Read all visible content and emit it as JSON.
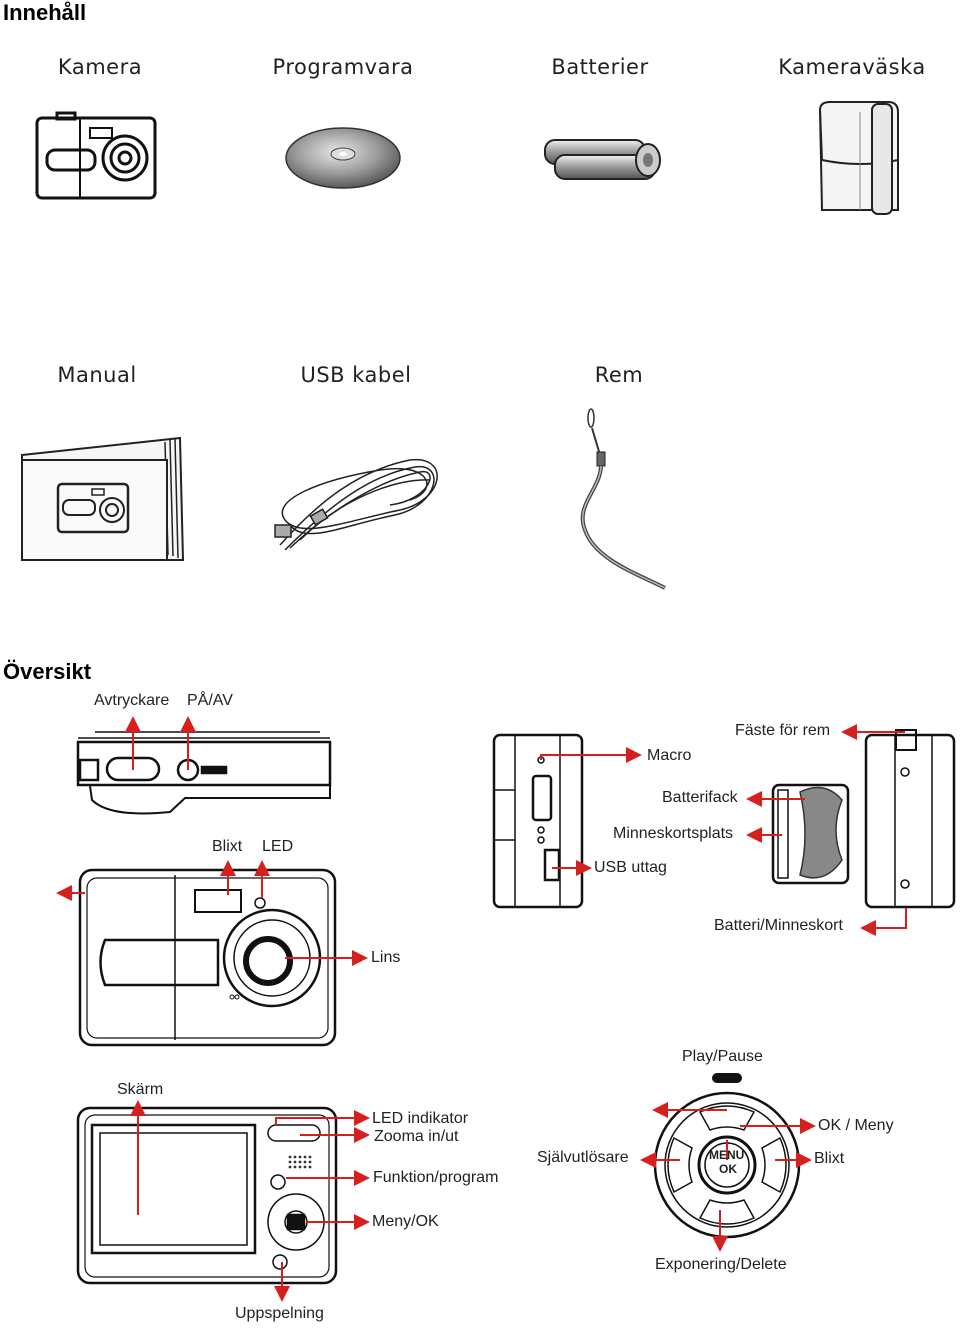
{
  "contents": {
    "title": "Innehåll",
    "items": [
      "Kamera",
      "Programvara",
      "Batterier",
      "Kameraväska",
      "Manual",
      "USB kabel",
      "Rem"
    ]
  },
  "overview": {
    "title": "Översikt",
    "top_view": {
      "shutter": "Avtryckare",
      "power": "PÅ/AV"
    },
    "front_view": {
      "flash": "Blixt",
      "led": "LED",
      "lens": "Lins"
    },
    "side_view": {
      "macro": "Macro",
      "strap_mount": "Fäste för rem",
      "battery_compartment": "Batterifack",
      "memory_slot": "Minneskortsplats",
      "usb_port": "USB uttag",
      "battery_memory_cover": "Batteri/Minneskort"
    },
    "back_view": {
      "screen": "Skärm",
      "led_indicator": "LED indikator",
      "zoom": "Zooma in/ut",
      "function": "Funktion/program",
      "menu_ok": "Meny/OK",
      "playback": "Uppspelning"
    },
    "dial_view": {
      "play_pause": "Play/Pause",
      "ok_menu": "OK / Meny",
      "self_timer": "Självutlösare",
      "flash": "Blixt",
      "exposure_delete": "Exponering/Delete",
      "center_label_1": "MENU",
      "center_label_2": "OK"
    }
  },
  "colors": {
    "arrow": "#d62020",
    "ink": "#111111"
  }
}
